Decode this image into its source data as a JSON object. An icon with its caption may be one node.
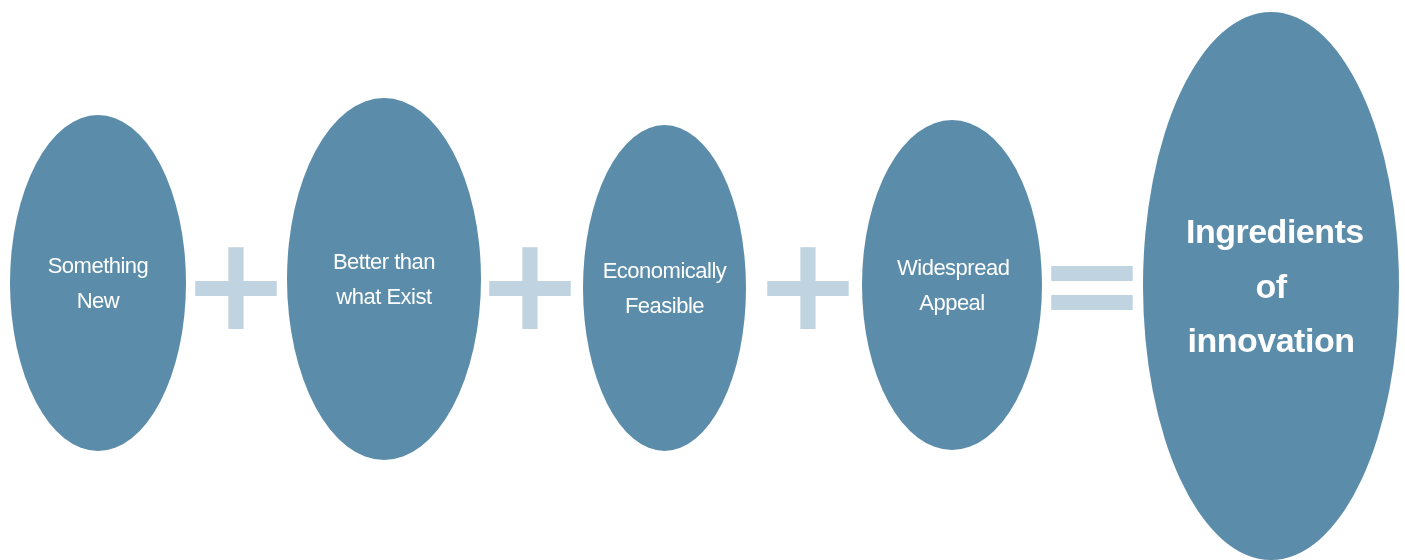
{
  "diagram": {
    "nodes": [
      {
        "text": [
          "Something New"
        ]
      },
      {
        "text": [
          "Better than what Exist"
        ]
      },
      {
        "text": [
          "Economically Feasible"
        ]
      },
      {
        "text": [
          "Widespread Appeal"
        ]
      },
      {
        "text": [
          "Ingredients of innovation"
        ]
      }
    ],
    "labels": [
      "+",
      "+",
      "+",
      "="
    ]
  }
}
